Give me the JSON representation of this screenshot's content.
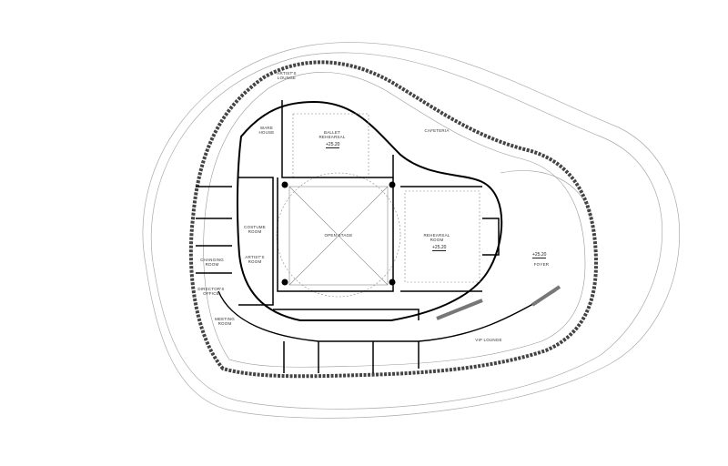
{
  "rooms": {
    "artists_lounge": "ARTIST'S\nLOUNGE",
    "warehouse": "WARE HOUSE",
    "ballet_rehearsal": "BALLET\nREHEARSAL",
    "cafeteria": "CAFETERIA",
    "rehearsal_room": "REHEARSAL\nROOM",
    "foyer": "FOYER",
    "vip_lounge": "VIP LOUNGE",
    "open_stage": "OPEN STAGE",
    "costume_room": "COSTUME\nROOM",
    "artists_room": "ARTIST'S\nROOM",
    "changing_room": "CHANGING\nROOM",
    "directors_office": "DIRECTOR'S\nOFFICE",
    "meeting_room": "MEETING\nROOM"
  },
  "levels": {
    "ballet": "+25.20",
    "rehearsal": "+25.20",
    "foyer": "+25.20"
  },
  "colors": {
    "line": "#000000",
    "thin": "#999999",
    "shell": "#555555"
  }
}
